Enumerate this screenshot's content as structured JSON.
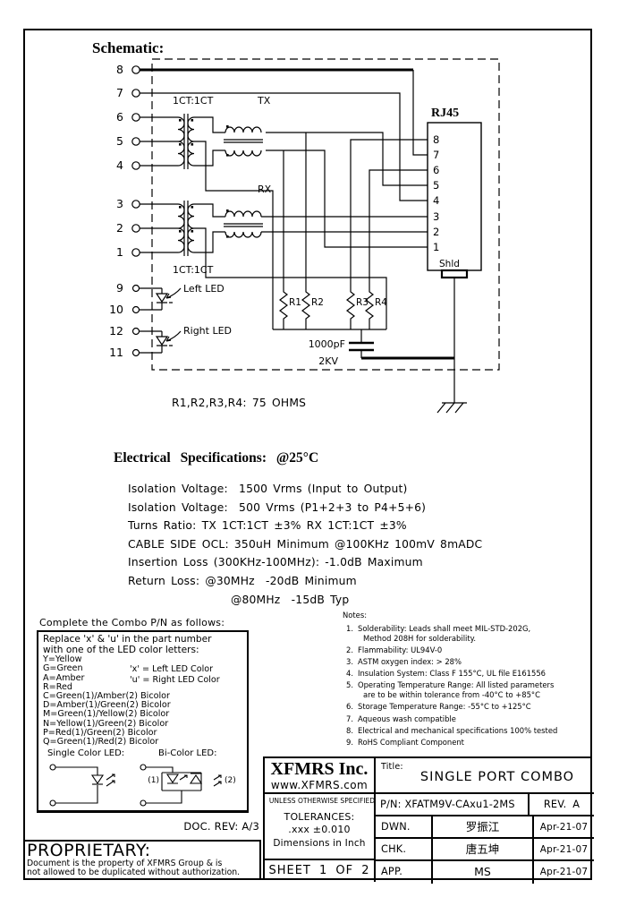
{
  "colors": {
    "ink": "#000000",
    "paper": "#ffffff"
  },
  "schematic": {
    "heading": "Schematic:",
    "tx_ratio": "1CT:1CT",
    "tx_label": "TX",
    "rx_label": "RX",
    "rx_ratio": "1CT:1CT",
    "rj45_label": "RJ45",
    "shield_label": "Shld",
    "left_led_label": "Left LED",
    "right_led_label": "Right LED",
    "cap_value": "1000pF",
    "cap_rating": "2KV",
    "resistor_note": "R1,R2,R3,R4: 75 OHMS",
    "resistors": [
      "R1",
      "R2",
      "R3",
      "R4"
    ],
    "j1_pins_tx": [
      "8",
      "7",
      "6",
      "5",
      "4"
    ],
    "j1_pins_rx": [
      "3",
      "2",
      "1"
    ],
    "j1_pins_led": [
      "9",
      "10",
      "12",
      "11"
    ],
    "rj45_pins": [
      "8",
      "7",
      "6",
      "5",
      "4",
      "3",
      "2",
      "1"
    ]
  },
  "specs": {
    "heading": "Electrical Specifications: @25°C",
    "lines": [
      "Isolation Voltage:  1500 Vrms (Input to Output)",
      "Isolation Voltage:  500 Vrms (P1+2+3 to P4+5+6)",
      "Turns Ratio: TX 1CT:1CT ±3% RX 1CT:1CT ±3%",
      "CABLE SIDE OCL: 350uH Minimum @100KHz 100mV 8mADC",
      "Insertion Loss (300KHz-100MHz): -1.0dB Maximum",
      "Return Loss: @30MHz  -20dB Minimum",
      "@80MHz  -15dB Typ"
    ]
  },
  "combo": {
    "header": "Complete the Combo P/N as follows:",
    "intro1": "Replace 'x' & 'u' in the part number",
    "intro2": "with one of the LED color letters:",
    "codes": [
      "Y=Yellow",
      "G=Green",
      "A=Amber",
      "R=Red",
      "C=Green(1)/Amber(2) Bicolor",
      "D=Amber(1)/Green(2) Bicolor",
      "M=Green(1)/Yellow(2) Bicolor",
      "N=Yellow(1)/Green(2) Bicolor",
      "P=Red(1)/Green(2) Bicolor",
      "Q=Green(1)/Red(2) Bicolor"
    ],
    "x_note": "'x' = Left LED Color",
    "u_note": "'u' = Right LED Color",
    "single_label": "Single Color LED:",
    "bi_label": "Bi-Color LED:",
    "led1": "(1)",
    "led2": "(2)"
  },
  "notes": {
    "heading": "Notes:",
    "items": [
      {
        "num": "1.",
        "text": "Solderability: Leads shall meet MIL-STD-202G,",
        "cont": "Method 208H for solderability."
      },
      {
        "num": "2.",
        "text": "Flammability: UL94V-0"
      },
      {
        "num": "3.",
        "text": "ASTM oxygen index: > 28%"
      },
      {
        "num": "4.",
        "text": "Insulation System: Class F 155°C, UL file E161556"
      },
      {
        "num": "5.",
        "text": "Operating Temperature Range: All listed parameters",
        "cont": "are to be within tolerance from -40°C to +85°C"
      },
      {
        "num": "6.",
        "text": "Storage Temperature Range: -55°C to +125°C"
      },
      {
        "num": "7.",
        "text": "Aqueous wash compatible"
      },
      {
        "num": "8.",
        "text": "Electrical and mechanical specifications 100% tested"
      },
      {
        "num": "9.",
        "text": "RoHS Compliant Component"
      }
    ]
  },
  "doc_rev": "DOC. REV: A/3",
  "title_block": {
    "company": "XFMRS Inc.",
    "website": "www.XFMRS.com",
    "title_label": "Title:",
    "title": "SINGLE PORT COMBO",
    "spec_header": "UNLESS OTHERWISE SPECIFIED",
    "tolerances_label": "TOLERANCES:",
    "tolerance_value": ".xxx ±0.010",
    "dimensions": "Dimensions in Inch",
    "sheet": "SHEET 1 OF 2",
    "pn_label": "P/N:",
    "pn": "XFATM9V-CAxu1-2MS",
    "rev": "REV. A",
    "sign_rows": [
      {
        "label": "DWN.",
        "name": "罗振江",
        "date": "Apr-21-07"
      },
      {
        "label": "CHK.",
        "name": "唐五坤",
        "date": "Apr-21-07"
      },
      {
        "label": "APP.",
        "name": "MS",
        "date": "Apr-21-07"
      }
    ]
  },
  "proprietary": {
    "heading": "PROPRIETARY:",
    "line1": "Document is the property of XFMRS Group & is",
    "line2": "not allowed to be duplicated without authorization."
  }
}
